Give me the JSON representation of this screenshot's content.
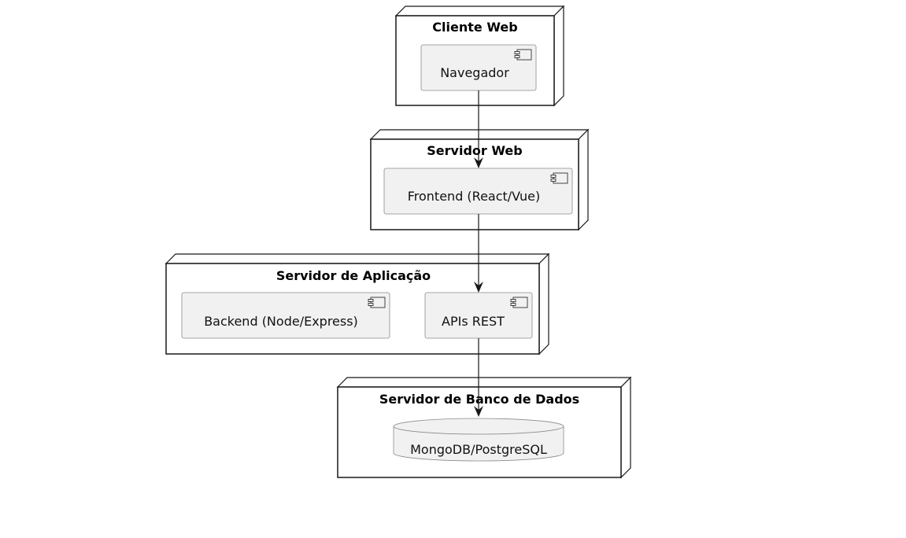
{
  "diagram": {
    "nodes": {
      "cliente_web": {
        "title": "Cliente Web",
        "components": {
          "navegador": "Navegador"
        }
      },
      "servidor_web": {
        "title": "Servidor Web",
        "components": {
          "frontend": "Frontend (React/Vue)"
        }
      },
      "servidor_aplicacao": {
        "title": "Servidor de Aplicação",
        "components": {
          "backend": "Backend (Node/Express)",
          "apis": "APIs REST"
        }
      },
      "servidor_banco": {
        "title": "Servidor de Banco de Dados",
        "components": {
          "database": "MongoDB/PostgreSQL"
        }
      }
    },
    "connections": [
      {
        "from": "Navegador",
        "to": "Frontend (React/Vue)"
      },
      {
        "from": "Frontend (React/Vue)",
        "to": "APIs REST"
      },
      {
        "from": "APIs REST",
        "to": "MongoDB/PostgreSQL"
      }
    ],
    "colors": {
      "node_border": "#181818",
      "node_fill": "#ffffff",
      "component_fill": "#f1f1f1",
      "component_border": "#8a8a8a",
      "arrow": "#181818"
    }
  }
}
